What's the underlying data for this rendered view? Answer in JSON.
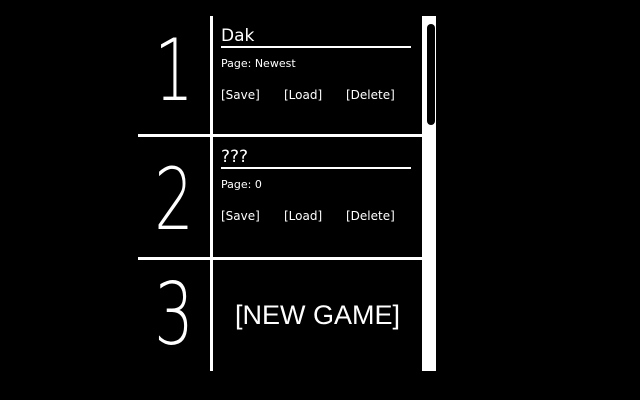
{
  "slots": [
    {
      "number": "1",
      "name": "Dak",
      "page": "Page: Newest",
      "save": "[Save]",
      "load": "[Load]",
      "delete": "[Delete]"
    },
    {
      "number": "2",
      "name": "???",
      "page": "Page: 0",
      "save": "[Save]",
      "load": "[Load]",
      "delete": "[Delete]"
    },
    {
      "number": "3",
      "new_game": "[NEW GAME]"
    }
  ],
  "colors": {
    "background": "#000000",
    "foreground": "#ffffff"
  },
  "scrollbar": {
    "position_fraction": 0.0
  }
}
